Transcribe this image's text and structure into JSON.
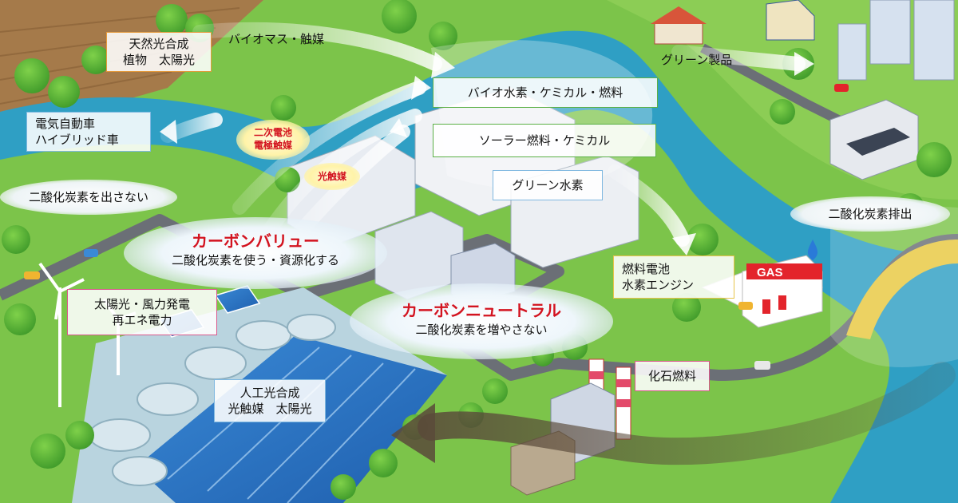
{
  "labels": {
    "natural_photosynthesis": {
      "title": "天然光合成",
      "sub": "植物　太陽光"
    },
    "ev": {
      "line1": "電気自動車",
      "line2": "ハイブリッド車"
    },
    "no_co2": "二酸化炭素を出さない",
    "biomass": "バイオマス・触媒",
    "bio_hydrogen": "バイオ水素・ケミカル・燃料",
    "solar_fuel": "ソーラー燃料・ケミカル",
    "green_hydrogen": "グリーン水素",
    "green_products": "グリーン製品",
    "secondary_battery": {
      "line1": "二次電池",
      "line2": "電極触媒"
    },
    "photocatalyst": "光触媒",
    "carbon_value": {
      "title": "カーボンバリュー",
      "sub": "二酸化炭素を使う・資源化する"
    },
    "carbon_neutral": {
      "title": "カーボンニュートラル",
      "sub": "二酸化炭素を増やさない"
    },
    "renewable": {
      "line1": "太陽光・風力発電",
      "line2": "再エネ電力"
    },
    "artificial_photosynthesis": {
      "title": "人工光合成",
      "sub": "光触媒　太陽光"
    },
    "fuel_cell": {
      "line1": "燃料電池",
      "line2": "水素エンジン"
    },
    "fossil_fuel": "化石燃料",
    "co2_emission": "二酸化炭素排出",
    "gas_sign": "GAS"
  },
  "colors": {
    "grass": "#7cc44a",
    "water": "#2f9fc4",
    "road": "#6b6f76",
    "accent_red": "#d3131f",
    "flow_arrow": "#ffffff",
    "co2_arrow": "#5a4a3a"
  },
  "icons": [
    "wind-turbine-icon",
    "solar-panel-icon",
    "factory-icon",
    "gas-station-icon",
    "car-icon",
    "tree-icon",
    "house-icon",
    "bridge-icon"
  ]
}
